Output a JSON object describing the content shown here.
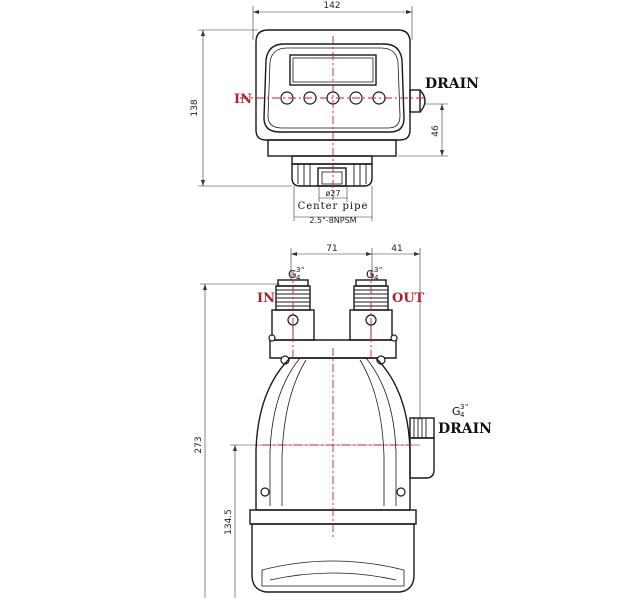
{
  "top_view": {
    "width_dim": "142",
    "height_dim": "138",
    "drain_offset_dim": "46",
    "label_in": "IN",
    "label_drain": "DRAIN",
    "center_pipe_dia": "ø27",
    "center_pipe_label": "Center pipe",
    "thread_spec": "2.5\"-8NPSM"
  },
  "front_view": {
    "port_spacing_dim": "71",
    "drain_offset_dim": "41",
    "height_dim": "273",
    "lower_height_dim": "134.5",
    "label_in": "IN",
    "label_out": "OUT",
    "label_drain": "DRAIN",
    "port_thread_prefix": "G",
    "port_thread_whole": "3",
    "port_thread_frac": "4",
    "port_thread_unit": "\""
  },
  "colors": {
    "line": "#1a1a1a",
    "centerline": "#c0202a",
    "port_label": "#b0202a"
  }
}
